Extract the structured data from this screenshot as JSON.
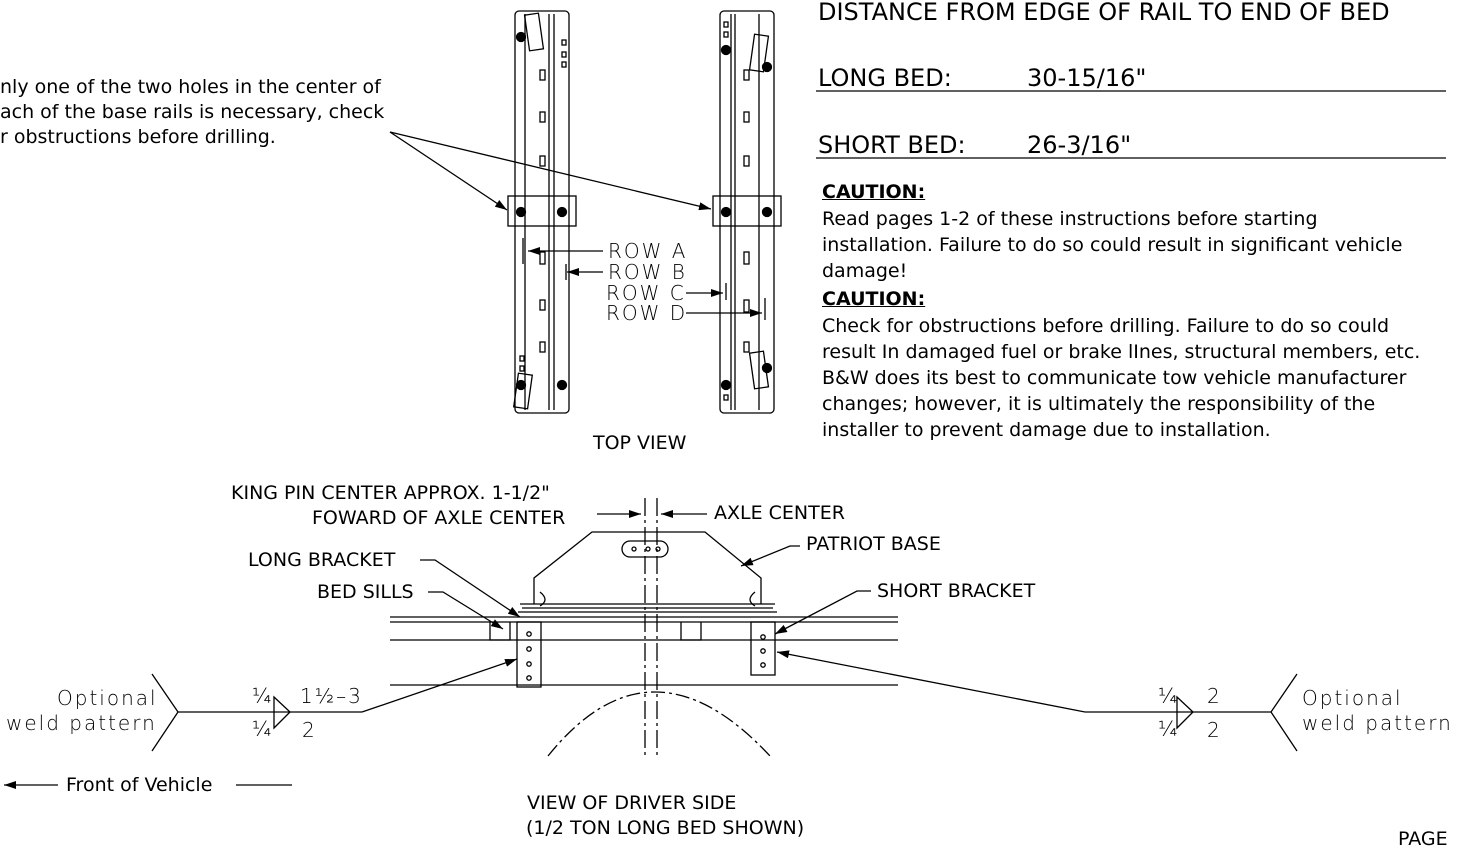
{
  "note_lines": [
    "nly one of the two holes in the center of",
    "ach of the base rails is necessary, check",
    "r obstructions before drilling."
  ],
  "header": {
    "title": "DISTANCE FROM EDGE OF RAIL TO END OF BED",
    "long_bed_label": "LONG BED:",
    "long_bed_value": "30-15/16\"",
    "short_bed_label": "SHORT BED:",
    "short_bed_value": "26-3/16\""
  },
  "cautions": [
    {
      "heading": "CAUTION:",
      "lines": [
        "Read pages 1-2 of these instructions before starting",
        "installation. Failure to do so could result in significant vehicle",
        "damage!"
      ]
    },
    {
      "heading": "CAUTION:",
      "lines": [
        "Check for obstructions before drilling. Failure to do so could",
        "result In damaged fuel or brake lInes, structural members, etc.",
        "B&W does its best to communicate tow vehicle manufacturer",
        "changes; however, it is ultimately the responsibility of the",
        "installer to prevent damage due to installation."
      ]
    }
  ],
  "top_view": {
    "rows": [
      "ROW  A",
      "ROW  B",
      "ROW  C",
      "ROW  D"
    ],
    "caption": "TOP VIEW"
  },
  "side_view": {
    "king_pin_line1": "KING PIN CENTER APPROX. 1-1/2\"",
    "king_pin_line2": "FOWARD OF AXLE CENTER",
    "axle_center": "AXLE CENTER",
    "patriot_base": "PATRIOT BASE",
    "long_bracket": "LONG BRACKET",
    "short_bracket": "SHORT BRACKET",
    "bed_sills": "BED SILLS",
    "caption_line1": "VIEW OF DRIVER SIDE",
    "caption_line2": "(1/2 TON LONG BED SHOWN)"
  },
  "weld_left": {
    "optional": "Optional",
    "pattern": "weld  pattern",
    "size_top": "¼",
    "size_bottom": "¼",
    "length_top": "1½–3",
    "length_bottom": "2"
  },
  "weld_right": {
    "optional": "Optional",
    "pattern": "weld  pattern",
    "size_top": "¼",
    "size_bottom": "¼",
    "length_top": "2",
    "length_bottom": "2"
  },
  "front_of_vehicle": "Front of Vehicle",
  "page_label": "PAGE"
}
